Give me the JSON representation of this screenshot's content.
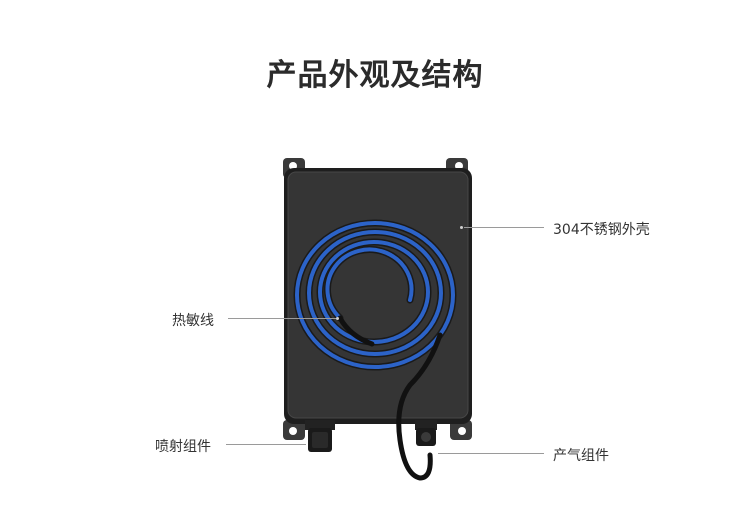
{
  "page": {
    "title": "产品外观及结构"
  },
  "callouts": {
    "shell": "304不锈钢外壳",
    "sensor_wire": "热敏线",
    "spray_assembly": "喷射组件",
    "gas_assembly": "产气组件"
  },
  "colors": {
    "housing": "#2f2f2f",
    "housing_edge": "#1a1a1a",
    "coil": "#2c63c8",
    "leader_line": "#9a9a9a"
  }
}
